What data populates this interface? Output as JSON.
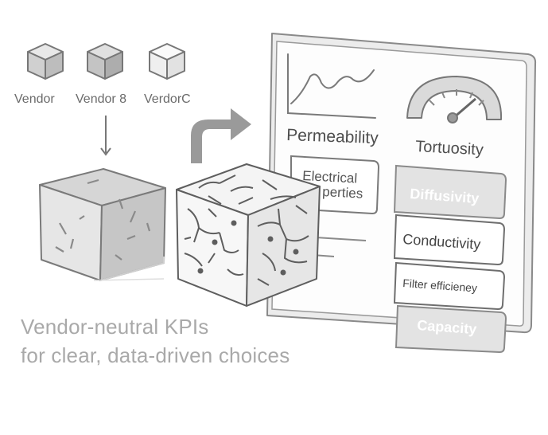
{
  "vendors": [
    "Vendor",
    "Vendor 8",
    "VerdorC"
  ],
  "panel": {
    "chart_label": "Permeability",
    "gauge_label": "Tortuosity",
    "card_line1": "Electrical",
    "card_line2": "perties",
    "kpis": [
      "Diffusivity",
      "Conductivity",
      "Filter efficieney",
      "Capacity"
    ]
  },
  "tagline": {
    "line1": "Vendor-neutral KPIs",
    "line2": "for clear, data-driven choices"
  },
  "icons": [
    "vendor-cube-icon",
    "down-arrow-icon",
    "curved-arrow-icon",
    "line-chart-icon",
    "gauge-icon",
    "microstructure-cube-icon"
  ],
  "colors": {
    "stroke": "#6e6e6e",
    "fill_light": "#f2f2f2",
    "fill_mid": "#dcdcdc",
    "highlight": "#e3e3e3",
    "tagline": "#a9a9a9"
  }
}
